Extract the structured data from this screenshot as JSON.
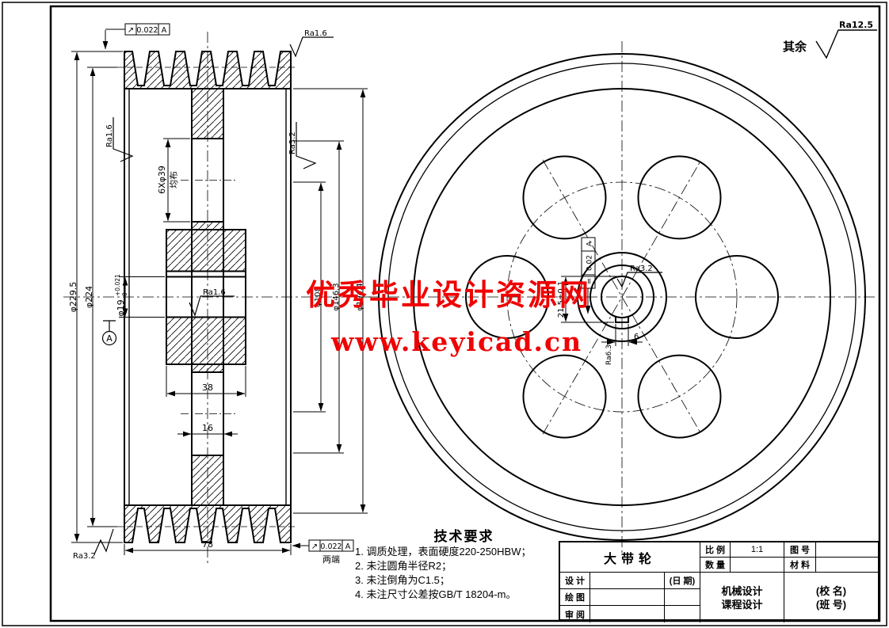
{
  "watermark": {
    "line1": "优秀毕业设计资源网",
    "line2": "www.keyicad.cn",
    "color": "#f00000"
  },
  "corner_note": {
    "prefix": "其余",
    "value": "Ra12.5"
  },
  "tech_requirements": {
    "title": "技术要求",
    "items": [
      "1. 调质处理，表面硬度220-250HBW；",
      "2. 未注圆角半径R2；",
      "3. 未注倒角为C1.5；",
      "4. 未注尺寸公差按GB/T 18204-m。"
    ]
  },
  "title_block": {
    "part_name": "大带轮",
    "scale_label": "比 例",
    "scale_value": "1:1",
    "quantity_label": "数 量",
    "quantity_value": "",
    "drawing_no_label": "图 号",
    "drawing_no_value": "",
    "material_label": "材 料",
    "material_value": "",
    "design_label": "设 计",
    "draft_label": "绘 图",
    "review_label": "审 阅",
    "date_label": "(日 期)",
    "course_line1": "机械设计",
    "course_line2": "课程设计",
    "school_label": "(校  名)",
    "class_label": "(班  号)"
  },
  "section_view": {
    "dim_outer": "φ229.5",
    "dim_pitch": "φ224",
    "dim_holes": "6Xφ39",
    "dim_holes_note": "均布",
    "dim_bore": "φ19",
    "dim_bore_tol_up": "+0.021",
    "dim_bore_tol_dn": "0",
    "dim_hub_width": "38",
    "dim_web": "16",
    "dim_width": "78",
    "dim_bolt_circle": "φ108",
    "dim_hole_outer": "φ146.3",
    "dim_rim_inner": "φ194.4",
    "runout_symbol": "↗",
    "runout_top": {
      "value": "0.022",
      "datum": "A"
    },
    "runout_bottom": {
      "value": "0.022",
      "datum": "A",
      "note": "两端"
    },
    "datum_label": "A",
    "ra_top": "Ra1.6",
    "ra_left": "Ra1.6",
    "ra_right": "Ra3.2",
    "ra_bottom": "Ra3.2",
    "ra_bore": "Ra1.6"
  },
  "front_view": {
    "ra_bore": "Ra3.2",
    "keyway_width": "6",
    "keyway_ra": "Ra6.3",
    "keyway_depth": "21.5±0.1",
    "symmetry": {
      "symbol": "=",
      "value": "0.02",
      "datum": "A"
    }
  }
}
